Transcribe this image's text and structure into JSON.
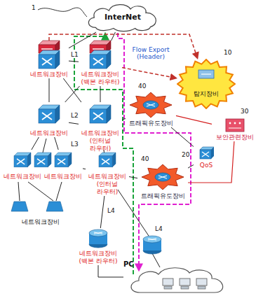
{
  "diagram": {
    "nodes": [
      {
        "text": [
          "InterNet"
        ]
      },
      {
        "text": [
          "네트워크장비"
        ]
      },
      {
        "text": [
          "네트워크장비 (백본 라우터)"
        ]
      },
      {
        "text": [
          "네트워크장비"
        ]
      },
      {
        "text": [
          "네트워크장비 (인터널 라우터)"
        ]
      },
      {
        "text": [
          "네트워크장비"
        ]
      },
      {
        "text": [
          "네트워크장비"
        ]
      },
      {
        "text": [
          "네트워크장비 (인터널 라우터)"
        ]
      },
      {
        "text": [
          "네트워크장비 (백본 라우터)"
        ]
      },
      {
        "text": [
          "PC"
        ]
      },
      {
        "text": [
          "탐지장비"
        ]
      },
      {
        "text": [
          "트래픽유도장비"
        ]
      },
      {
        "text": [
          "QoS"
        ]
      },
      {
        "text": [
          "보안관련장비"
        ]
      },
      {
        "text": [
          "트래픽유도장비"
        ]
      }
    ],
    "edges": [
      {
        "from": 0,
        "to": 1,
        "arrow": "none"
      },
      {
        "from": 0,
        "to": 2,
        "arrow": "none"
      },
      {
        "from": 1,
        "to": 2,
        "arrow": "none"
      },
      {
        "from": 1,
        "to": 3,
        "arrow": "none"
      },
      {
        "from": 2,
        "to": 4,
        "arrow": "none"
      },
      {
        "from": 1,
        "to": 4,
        "arrow": "none"
      },
      {
        "from": 2,
        "to": 3,
        "arrow": "none"
      },
      {
        "from": 3,
        "to": 4,
        "arrow": "none"
      },
      {
        "from": 3,
        "to": 5,
        "arrow": "none"
      },
      {
        "from": 3,
        "to": 6,
        "arrow": "none"
      },
      {
        "from": 4,
        "to": 7,
        "arrow": "none"
      },
      {
        "from": 6,
        "to": 7,
        "arrow": "none"
      },
      {
        "from": 7,
        "to": 8,
        "arrow": "none"
      },
      {
        "from": 8,
        "to": 9,
        "arrow": "none"
      },
      {
        "from": 4,
        "to": 11,
        "arrow": "none"
      },
      {
        "from": 11,
        "to": 12,
        "arrow": "none"
      },
      {
        "from": 12,
        "to": 14,
        "arrow": "none"
      },
      {
        "from": 11,
        "to": 13,
        "arrow": "none"
      },
      {
        "from": 14,
        "to": 13,
        "arrow": "none"
      },
      {
        "from": 7,
        "to": 14,
        "arrow": "none"
      },
      {
        "from": 1,
        "to": 10,
        "arrow": "to"
      },
      {
        "from": 2,
        "to": 10,
        "arrow": "to",
        "label": "Flow Export (Header)"
      }
    ],
    "labels": [
      "1",
      "L1",
      "10",
      "40",
      "L2",
      "20",
      "30",
      "40",
      "L3",
      "네트워크장비",
      "L4",
      "L4"
    ]
  }
}
